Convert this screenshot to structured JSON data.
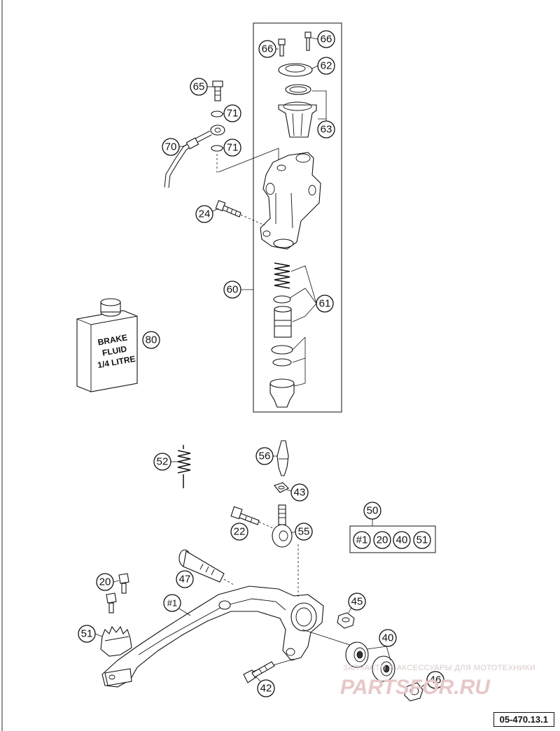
{
  "callouts": {
    "c66a": "66",
    "c66b": "66",
    "c62": "62",
    "c65": "65",
    "c71a": "71",
    "c71b": "71",
    "c63": "63",
    "c70": "70",
    "c24": "24",
    "c60": "60",
    "c61": "61",
    "c80": "80",
    "c52": "52",
    "c56": "56",
    "c43": "43",
    "c22": "22",
    "c55": "55",
    "c50": "50",
    "c47": "47",
    "c20": "20",
    "c45": "45",
    "c1": "#1",
    "c51": "51",
    "c40": "40",
    "c42": "42",
    "c46": "46"
  },
  "kit_contents": [
    "#1",
    "20",
    "40",
    "51"
  ],
  "bottle": {
    "line1": "BRAKE",
    "line2": "FLUID",
    "line3": "1/4 LITRE"
  },
  "drawing_id": "05-470.13.1",
  "watermark": {
    "text": "ЗАПЧАСТИ И АКСЕССУАРЫ ДЛЯ МОТОТЕХНИКИ",
    "logo": "PARTSFOR.RU",
    "color": "#e9c7c7"
  }
}
